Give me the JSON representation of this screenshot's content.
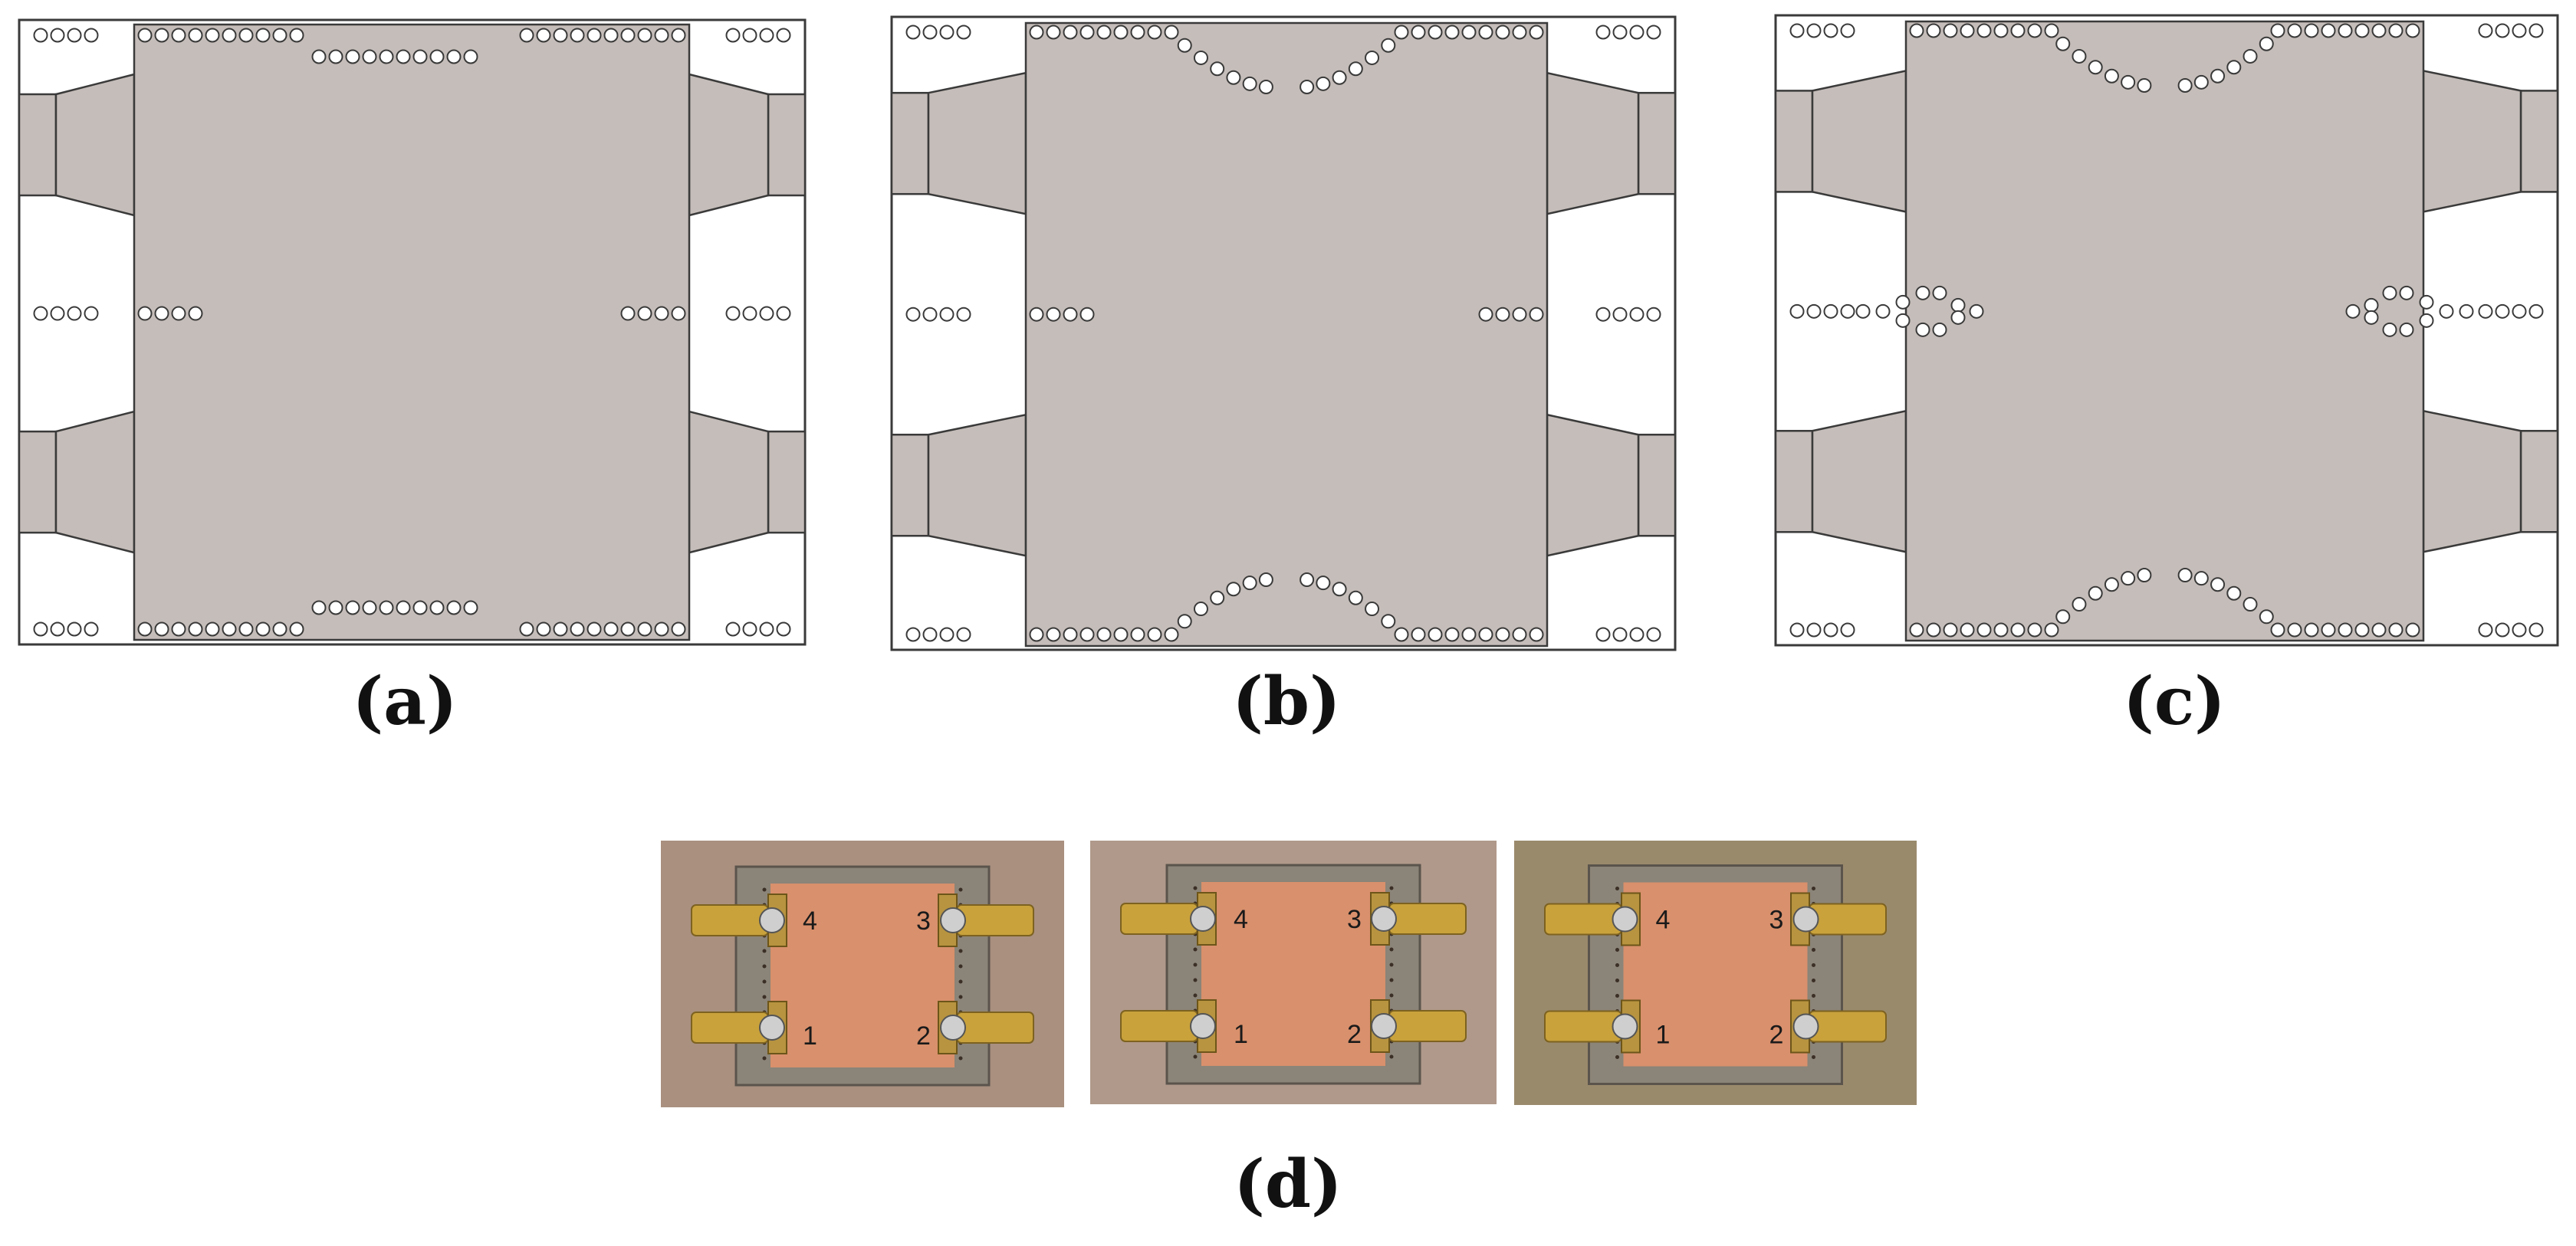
{
  "colors": {
    "board": "#c5bdb9",
    "outline": "#3a3a3a",
    "via_fill": "#ffffff",
    "copper": "#d9906c",
    "photo_bg": "#a48a78",
    "connector_gold": "#c9a23c"
  },
  "panels": [
    {
      "id": "a",
      "label": "(a)",
      "variant": "straight"
    },
    {
      "id": "b",
      "label": "(b)",
      "variant": "v-notch"
    },
    {
      "id": "c",
      "label": "(c)",
      "variant": "v-notch-with-center-post"
    }
  ],
  "photos": {
    "label": "(d)",
    "items": [
      {
        "id": "photo-1",
        "port_numbers": [
          "4",
          "3",
          "1",
          "2"
        ]
      },
      {
        "id": "photo-2",
        "port_numbers": [
          "4",
          "3",
          "1",
          "2"
        ]
      },
      {
        "id": "photo-3",
        "port_numbers": [
          "4",
          "3",
          "1",
          "2"
        ]
      }
    ]
  }
}
